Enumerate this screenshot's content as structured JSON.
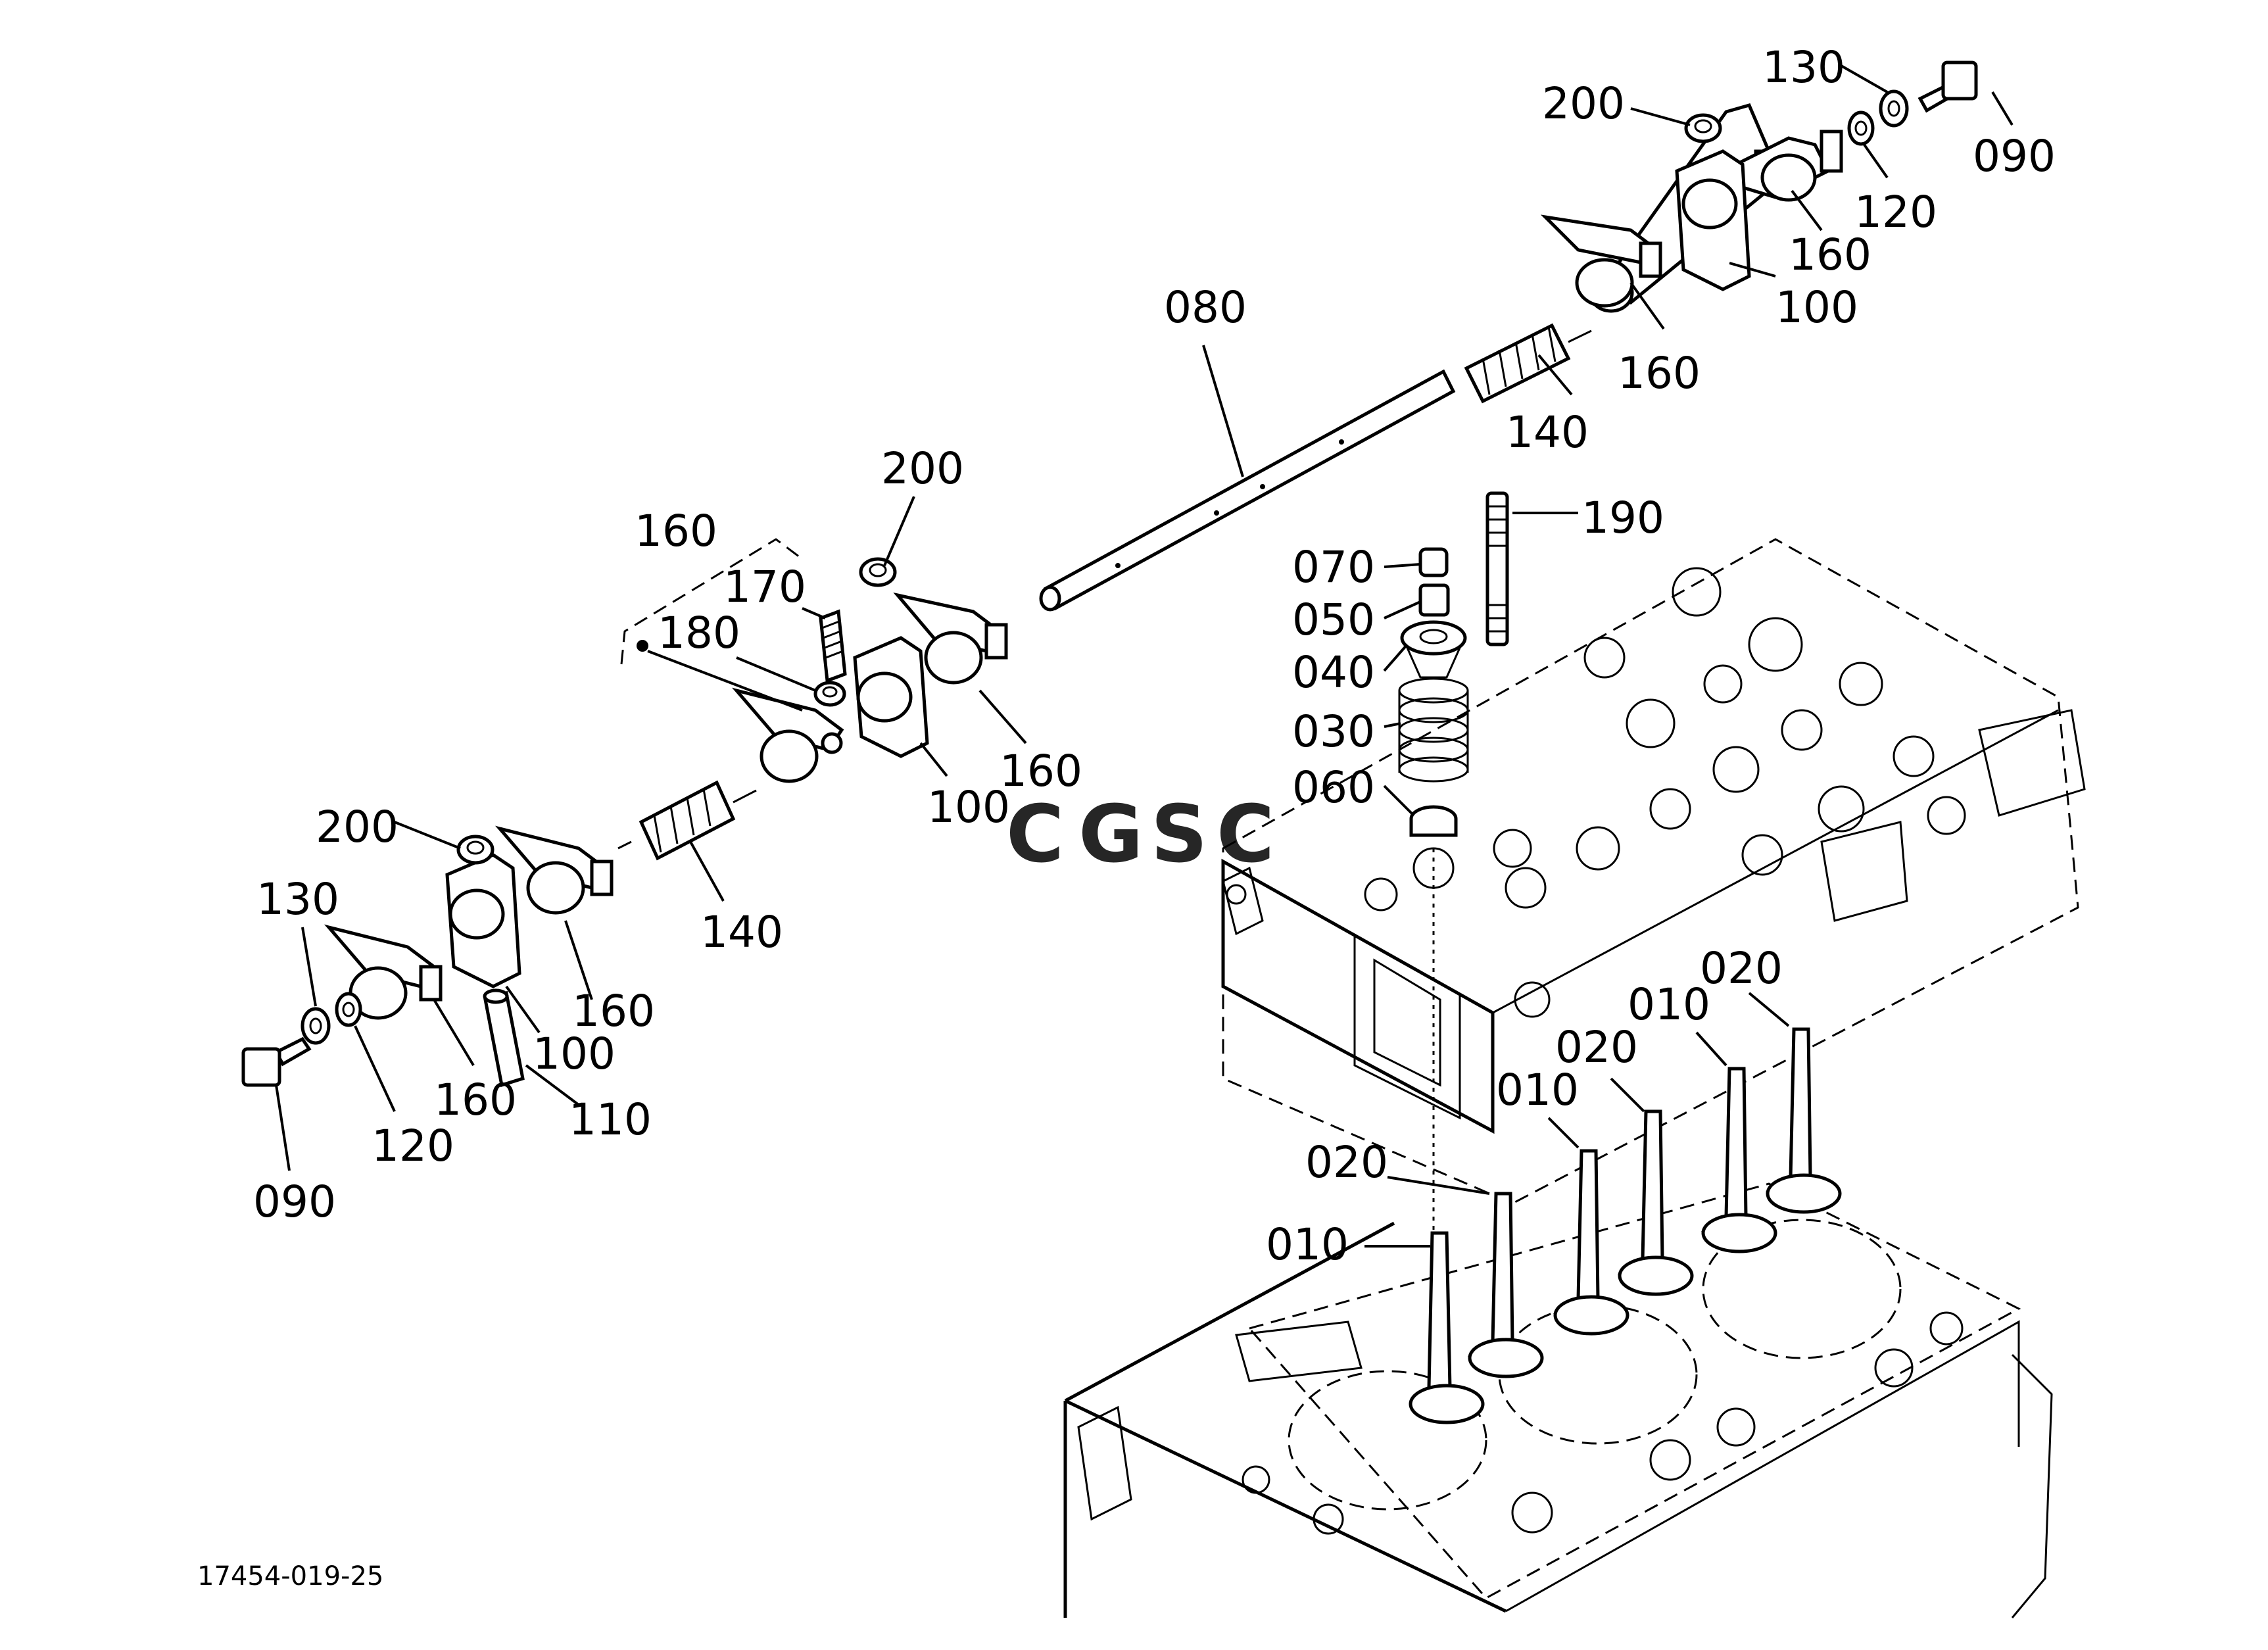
{
  "diagram": {
    "drawing_number": "17454-019-25",
    "watermark": {
      "letters": [
        "C",
        "G",
        "S",
        "C"
      ],
      "colors": [
        "#6d9df0",
        "#f08a80",
        "#f2cf5a",
        "#7ccf8c"
      ]
    },
    "callouts": [
      {
        "id": "c-130-right",
        "text": "130"
      },
      {
        "id": "c-200-right",
        "text": "200"
      },
      {
        "id": "c-090-right",
        "text": "090"
      },
      {
        "id": "c-120-right",
        "text": "120"
      },
      {
        "id": "c-160-right-a",
        "text": "160"
      },
      {
        "id": "c-100-right",
        "text": "100"
      },
      {
        "id": "c-160-right-b",
        "text": "160"
      },
      {
        "id": "c-080",
        "text": "080"
      },
      {
        "id": "c-140-right",
        "text": "140"
      },
      {
        "id": "c-200-mid",
        "text": "200"
      },
      {
        "id": "c-190",
        "text": "190"
      },
      {
        "id": "c-160-bracket",
        "text": "160"
      },
      {
        "id": "c-170",
        "text": "170"
      },
      {
        "id": "c-070",
        "text": "070"
      },
      {
        "id": "c-050",
        "text": "050"
      },
      {
        "id": "c-180",
        "text": "180"
      },
      {
        "id": "c-040",
        "text": "040"
      },
      {
        "id": "c-030",
        "text": "030"
      },
      {
        "id": "c-160-mid",
        "text": "160"
      },
      {
        "id": "c-100-mid",
        "text": "100"
      },
      {
        "id": "c-060",
        "text": "060"
      },
      {
        "id": "c-200-left",
        "text": "200"
      },
      {
        "id": "c-140-left",
        "text": "140"
      },
      {
        "id": "c-130-left",
        "text": "130"
      },
      {
        "id": "c-160-left-a",
        "text": "160"
      },
      {
        "id": "c-100-left",
        "text": "100"
      },
      {
        "id": "c-160-left-b",
        "text": "160"
      },
      {
        "id": "c-110",
        "text": "110"
      },
      {
        "id": "c-120-left",
        "text": "120"
      },
      {
        "id": "c-090-left",
        "text": "090"
      },
      {
        "id": "c-020-a",
        "text": "020"
      },
      {
        "id": "c-010-a",
        "text": "010"
      },
      {
        "id": "c-020-b",
        "text": "020"
      },
      {
        "id": "c-010-b",
        "text": "010"
      },
      {
        "id": "c-020-c",
        "text": "020"
      },
      {
        "id": "c-010-c",
        "text": "010"
      }
    ]
  }
}
